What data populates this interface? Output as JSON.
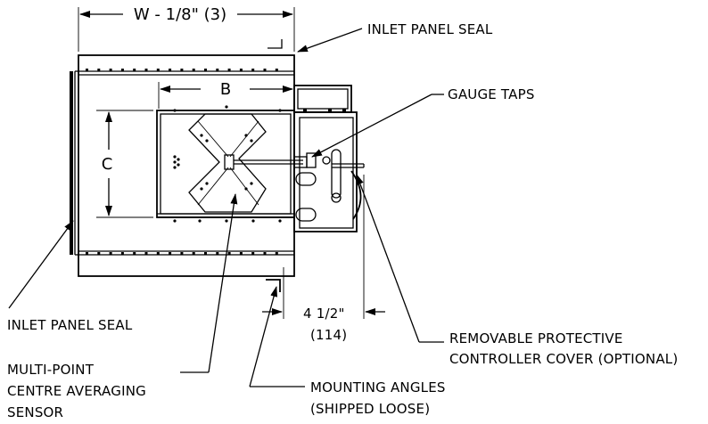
{
  "dimensions": {
    "width_label": "W - 1/8\" (3)",
    "b_label": "B",
    "c_label": "C",
    "offset_label": "4 1/2\"",
    "offset_metric": "(114)"
  },
  "callouts": {
    "inlet_panel_seal_top": "INLET PANEL SEAL",
    "gauge_taps": "GAUGE TAPS",
    "inlet_panel_seal_left": "INLET PANEL SEAL",
    "removable_cover_line1": "REMOVABLE PROTECTIVE",
    "removable_cover_line2": "CONTROLLER COVER (OPTIONAL)",
    "sensor_line1": "MULTI-POINT",
    "sensor_line2": "CENTRE AVERAGING",
    "sensor_line3": "SENSOR",
    "mounting_line1": "MOUNTING ANGLES",
    "mounting_line2": "(SHIPPED LOOSE)"
  }
}
